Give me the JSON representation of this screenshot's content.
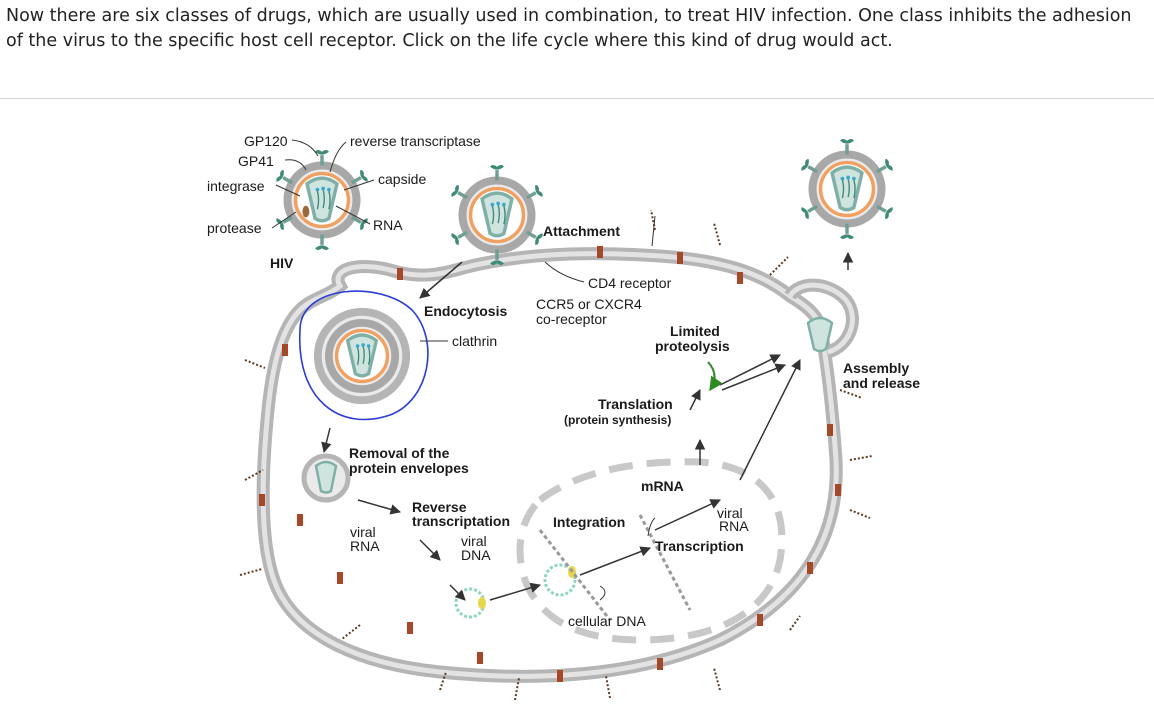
{
  "question": "Now there are six classes of drugs, which are usually used in combination, to treat HIV infection. One class inhibits the adhesion of the virus to the specific host cell receptor. Click on the life cycle where this kind of drug would act.",
  "diagram": {
    "gp120": "GP120",
    "gp41": "GP41",
    "integrase": "integrase",
    "protease": "protease",
    "hiv": "HIV",
    "reverse_transcriptase": "reverse transcriptase",
    "capside": "capside",
    "rna": "RNA",
    "attachment": "Attachment",
    "cd4_receptor": "CD4 receptor",
    "coreceptor_line1": "CCR5 or CXCR4",
    "coreceptor_line2": "co-receptor",
    "endocytosis": "Endocytosis",
    "clathrin": "clathrin",
    "limited_proteolysis_line1": "Limited",
    "limited_proteolysis_line2": "proteolysis",
    "assembly_line1": "Assembly",
    "assembly_line2": "and release",
    "translation_line1": "Translation",
    "translation_line2": "(protein synthesis)",
    "removal_line1": "Removal of the",
    "removal_line2": "protein envelopes",
    "mrna": "mRNA",
    "reverse_transcription_line1": "Reverse",
    "reverse_transcription_line2": "transcriptation",
    "integration": "Integration",
    "viral_rna_1_line1": "viral",
    "viral_rna_1_line2": "RNA",
    "viral_dna_line1": "viral",
    "viral_dna_line2": "DNA",
    "viral_rna_2_line1": "viral",
    "viral_rna_2_line2": "RNA",
    "transcription": "Transcription",
    "cellular_dna": "cellular DNA"
  },
  "colors": {
    "membrane": "#b5b5b5",
    "membrane_inner": "#d9d9d9",
    "virus_envelope": "#a8a8a8",
    "capsid": "#f0a060",
    "core": "#7fb0a8",
    "spike": "#3f8a78",
    "clathrin": "#2a3bd6",
    "receptor": "#c0392b",
    "arrow_green": "#2e8b22"
  }
}
